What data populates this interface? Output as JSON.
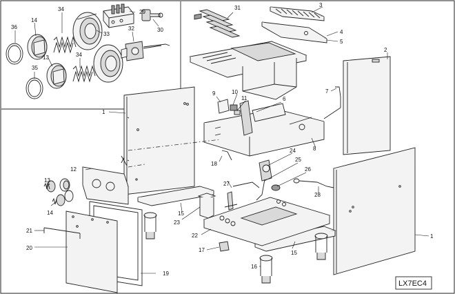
{
  "diagram": {
    "code": "LX7EC4",
    "callouts": [
      {
        "id": "c1a",
        "label": "1"
      },
      {
        "id": "c1b",
        "label": "1"
      },
      {
        "id": "c2",
        "label": "2"
      },
      {
        "id": "c3",
        "label": "3"
      },
      {
        "id": "c4",
        "label": "4"
      },
      {
        "id": "c5",
        "label": "5"
      },
      {
        "id": "c6",
        "label": "6"
      },
      {
        "id": "c7",
        "label": "7"
      },
      {
        "id": "c8",
        "label": "8"
      },
      {
        "id": "c9",
        "label": "9"
      },
      {
        "id": "c10",
        "label": "10"
      },
      {
        "id": "c11",
        "label": "11"
      },
      {
        "id": "c12",
        "label": "12"
      },
      {
        "id": "c13a",
        "label": "13"
      },
      {
        "id": "c13b",
        "label": "13"
      },
      {
        "id": "c14a",
        "label": "14"
      },
      {
        "id": "c14b",
        "label": "14"
      },
      {
        "id": "c15a",
        "label": "15"
      },
      {
        "id": "c15b",
        "label": "15"
      },
      {
        "id": "c16",
        "label": "16"
      },
      {
        "id": "c17",
        "label": "17"
      },
      {
        "id": "c18",
        "label": "18"
      },
      {
        "id": "c19",
        "label": "19"
      },
      {
        "id": "c20",
        "label": "20"
      },
      {
        "id": "c21",
        "label": "21"
      },
      {
        "id": "c22",
        "label": "22"
      },
      {
        "id": "c23",
        "label": "23"
      },
      {
        "id": "c24",
        "label": "24"
      },
      {
        "id": "c25",
        "label": "25"
      },
      {
        "id": "c26",
        "label": "26"
      },
      {
        "id": "c27",
        "label": "27"
      },
      {
        "id": "c28",
        "label": "28"
      },
      {
        "id": "c29",
        "label": "29"
      },
      {
        "id": "c30",
        "label": "30"
      },
      {
        "id": "c31",
        "label": "31"
      },
      {
        "id": "c32",
        "label": "32"
      },
      {
        "id": "c33",
        "label": "33"
      },
      {
        "id": "c34a",
        "label": "34"
      },
      {
        "id": "c34b",
        "label": "34"
      },
      {
        "id": "c35",
        "label": "35"
      },
      {
        "id": "c36",
        "label": "36"
      }
    ]
  }
}
